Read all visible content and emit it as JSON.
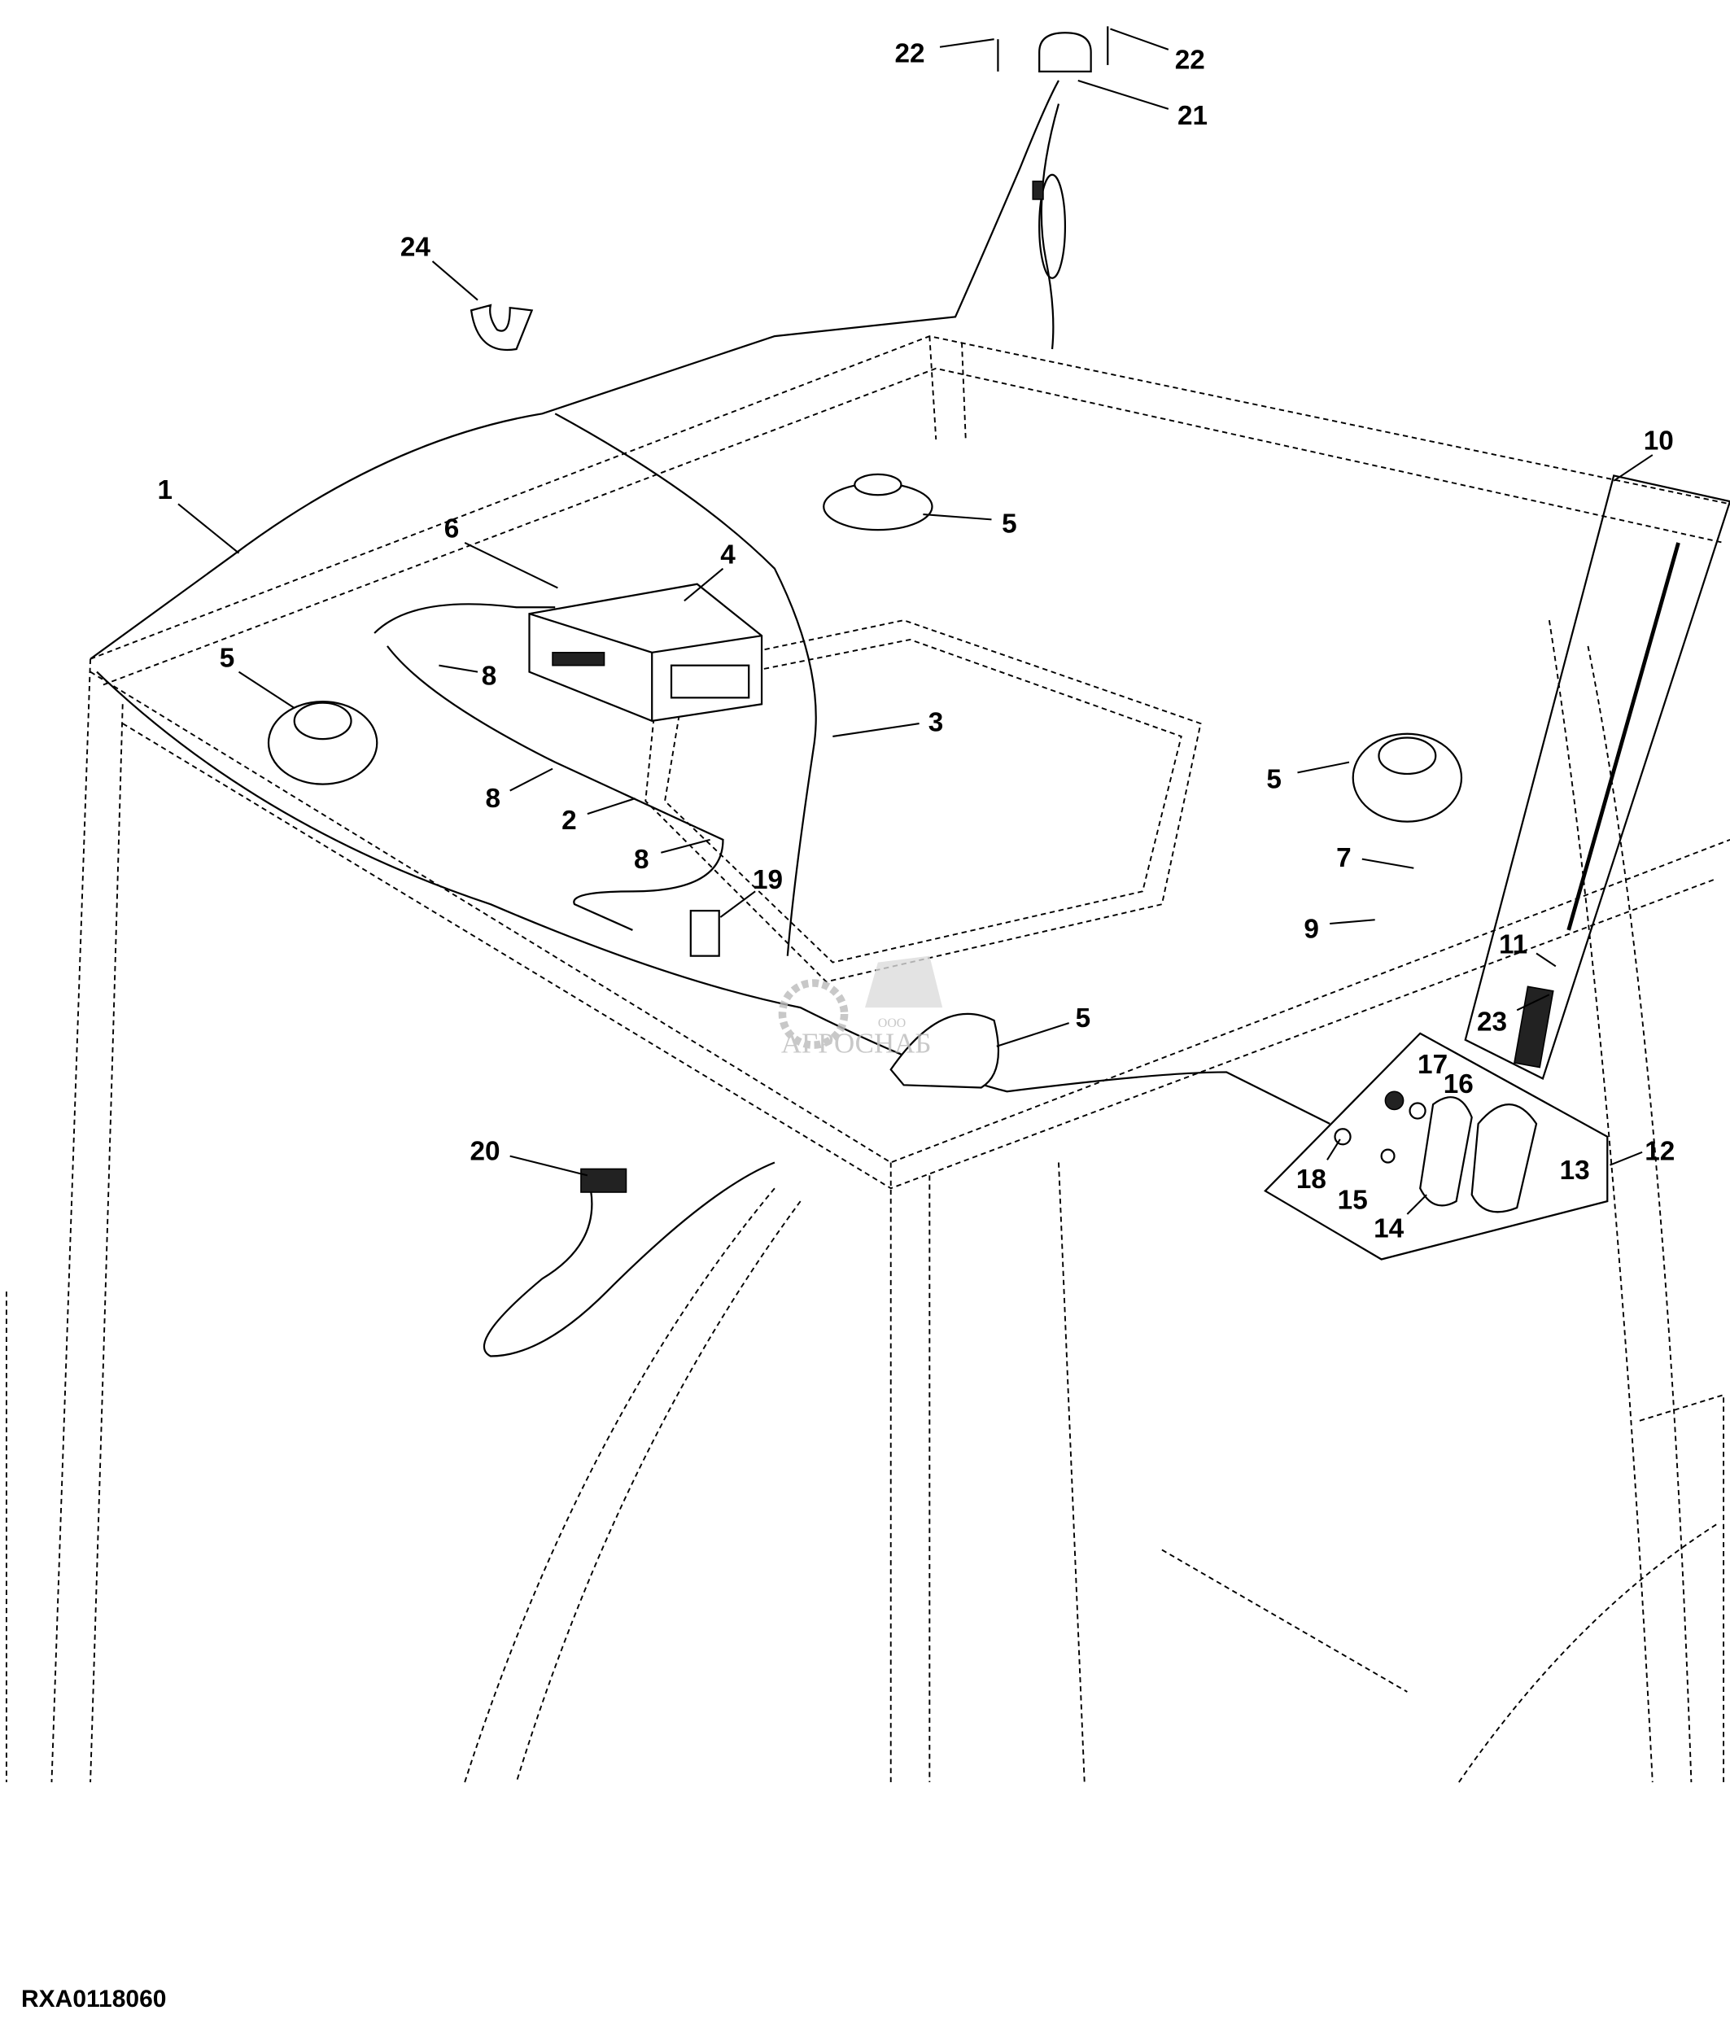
{
  "figure_id": "RXA0118060",
  "watermark": {
    "prefix": "ООО",
    "name": "АГРОСНАБ"
  },
  "callouts": [
    "22",
    "22",
    "21",
    "24",
    "1",
    "6",
    "4",
    "5",
    "10",
    "5",
    "8",
    "3",
    "5",
    "8",
    "2",
    "7",
    "8",
    "19",
    "9",
    "11",
    "5",
    "23",
    "17",
    "16",
    "12",
    "20",
    "13",
    "18",
    "15",
    "14"
  ]
}
